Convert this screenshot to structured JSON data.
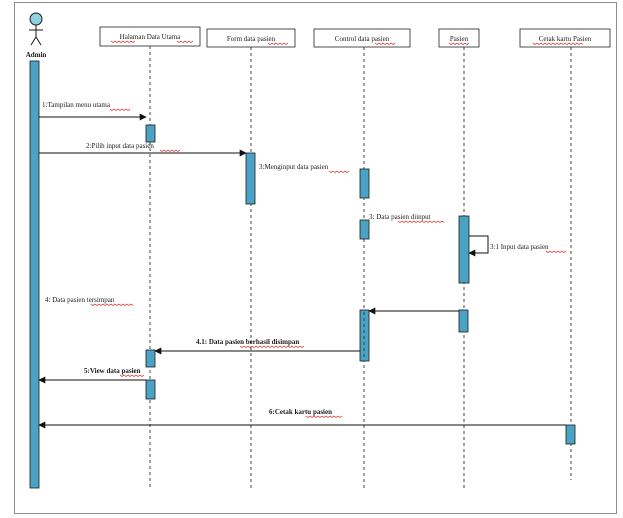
{
  "actor": {
    "label": "Admin",
    "head_fill": "#8ecfe0"
  },
  "participants": [
    {
      "id": "halaman",
      "label": "Halaman Data Utama"
    },
    {
      "id": "form",
      "label": "Form data pasien"
    },
    {
      "id": "control",
      "label": "Control data pasien"
    },
    {
      "id": "pasien",
      "label": "Pasien"
    },
    {
      "id": "cetak",
      "label": "Cetak kartu Pasien"
    }
  ],
  "messages": [
    {
      "id": "m1",
      "label": "1:Tampilan menu utama",
      "bold": false
    },
    {
      "id": "m2",
      "label": "2:Pilih input data pasien",
      "bold": false
    },
    {
      "id": "m3",
      "label": "3:Menginput data pasien",
      "bold": false
    },
    {
      "id": "m4",
      "label": "3: Data pasien diinput",
      "bold": false
    },
    {
      "id": "m5",
      "label": "3:1 Input data pasien",
      "bold": false
    },
    {
      "id": "m6",
      "label": "4: Data pasien tersimpan",
      "bold": false
    },
    {
      "id": "m7",
      "label": "4.1: Data pasien berhasil disimpan",
      "bold": true
    },
    {
      "id": "m8",
      "label": "5:View data pasien",
      "bold": true
    },
    {
      "id": "m9",
      "label": "6:Cetak kartu pasien",
      "bold": true
    }
  ],
  "colors": {
    "activation": "#4aa3c4",
    "spellcheck": "#d01010"
  }
}
